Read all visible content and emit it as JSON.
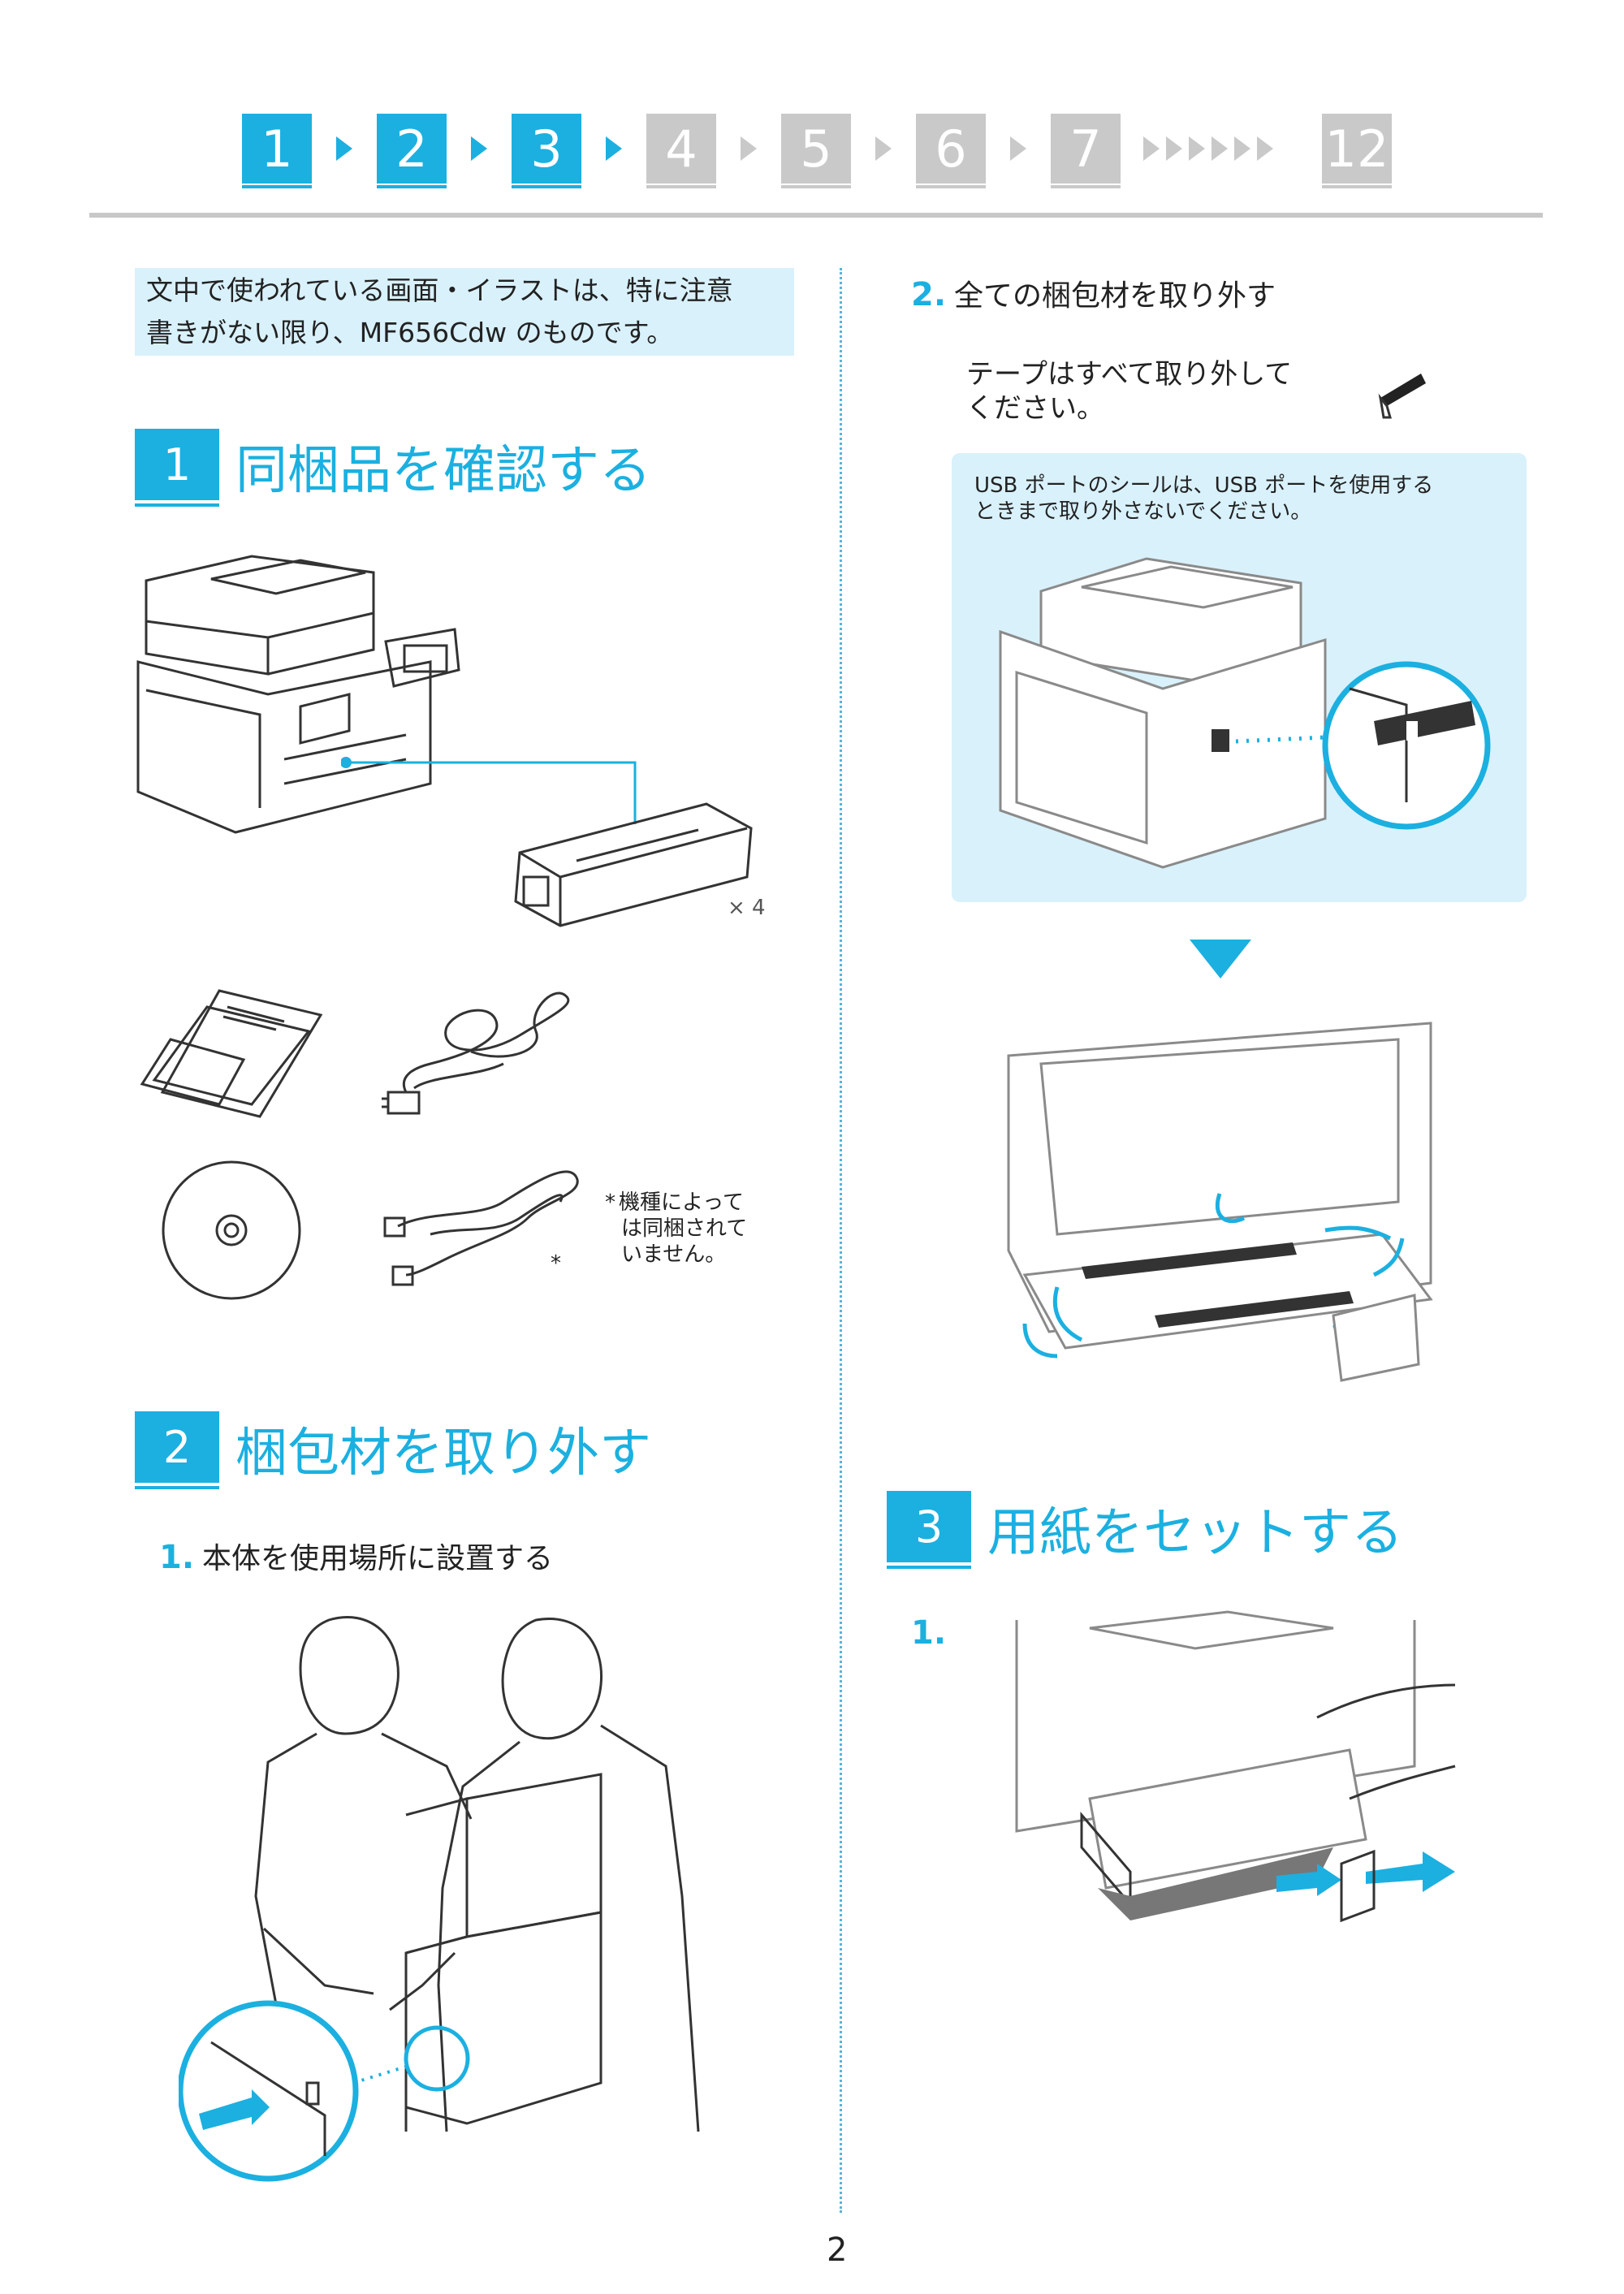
{
  "steps": [
    "1",
    "2",
    "3",
    "4",
    "5",
    "6",
    "7",
    "12"
  ],
  "note": {
    "line1": "文中で使われている画面・イラストは、特に注意",
    "line2": "書きがない限り、MF656Cdw のものです。"
  },
  "section1": {
    "num": "1",
    "title": "同梱品を確認する",
    "toner_qty": "× 4",
    "asterisk": "*",
    "footnote_mark": "*",
    "footnote_line1": "機種によって",
    "footnote_line2": "は同梱されて",
    "footnote_line3": "いません。"
  },
  "section2": {
    "num": "2",
    "title": "梱包材を取り外す",
    "step1_num": "1.",
    "step1_text": "本体を使用場所に設置する"
  },
  "right": {
    "step2_num": "2.",
    "step2_text": "全ての梱包材を取り外す",
    "tape_line1": "テープはすべて取り外して",
    "tape_line2": "ください。",
    "usb_line1": "USB ポートのシールは、USB ポートを使用する",
    "usb_line2": "ときまで取り外さないでください。"
  },
  "section3": {
    "num": "3",
    "title": "用紙をセットする",
    "step1_num": "1."
  },
  "page_number": "2",
  "colors": {
    "accent": "#1bb0e0",
    "inactive": "#c9c9c9",
    "panel": "#d9f1fb"
  }
}
